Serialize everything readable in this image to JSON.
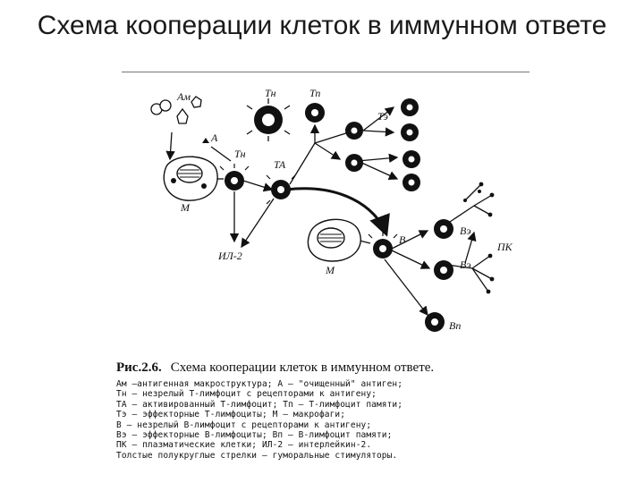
{
  "title": "Схема кооперации клеток в иммунном ответе",
  "diagram": {
    "labels": {
      "am": "Ам",
      "a": "А",
      "tn_top": "Тн",
      "tp": "Тп",
      "te": "Тэ",
      "tn_small": "Тн",
      "ta": "ТА",
      "m_top": "М",
      "m_bottom": "М",
      "il2": "ИЛ-2",
      "b": "В",
      "be_top": "Вэ",
      "be_bottom": "Вэ",
      "pk": "ПК",
      "bp": "Вп"
    }
  },
  "caption": {
    "figure": "Рис.2.6.",
    "heading": "Схема кооперации клеток в иммунном ответе.",
    "lines": [
      "Ам  —антигенная макроструктура; А — \"очищенный\" антиген;",
      "Тн — незрелый Т-лимфоцит с рецепторами к антигену;",
      "ТА — активированный Т-лимфоцит; Тп — Т-лимфоцит памяти;",
      "Тэ — эффекторные Т-лимфоциты; М — макрофаги;",
      "В — незрелый В-лимфоцит с рецепторами к антигену;",
      "Вэ — эффекторные В-лимфоциты; Вп — В-лимфоцит памяти;",
      "ПК — плазматические клетки; ИЛ-2 — интерлейкин-2.",
      "Толстые полукруглые стрелки — гуморальные стимуляторы."
    ]
  }
}
